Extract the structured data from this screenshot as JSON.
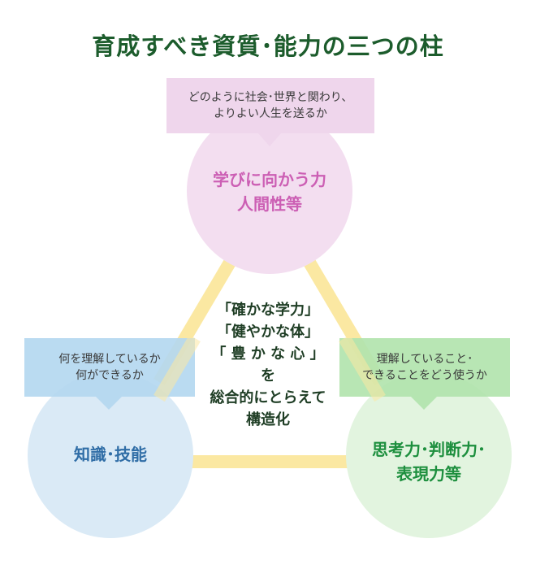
{
  "title": "育成すべき資質･能力の三つの柱",
  "pillars": {
    "top": {
      "question": [
        "どのように社会･世界と関わり、",
        "よりよい人生を送るか"
      ],
      "label": [
        "学びに向かう力",
        "人間性等"
      ]
    },
    "left": {
      "question": [
        "何を理解しているか",
        "何ができるか"
      ],
      "label": [
        "知識･技能"
      ]
    },
    "right": {
      "question": [
        "理解していること･",
        "できることをどう使うか"
      ],
      "label": [
        "思考力･判断力･",
        "表現力等"
      ]
    }
  },
  "center": {
    "lines": [
      "「確かな学力」",
      "「健やかな体」",
      "「 豊 か な 心 」",
      "を",
      "総合的にとらえて",
      "構造化"
    ]
  },
  "colors": {
    "title": "#1c5c2c",
    "top_circle": "#f3def0",
    "top_text": "#cc5fb4",
    "top_bubble": "#efd6ec",
    "left_circle": "#daeaf6",
    "left_text": "#2f6da6",
    "left_bubble": "#b5d8f0",
    "right_circle": "#e2f4df",
    "right_text": "#1d8f3e",
    "right_bubble": "#b2e4ae",
    "triangle": "#fbe8a2"
  }
}
